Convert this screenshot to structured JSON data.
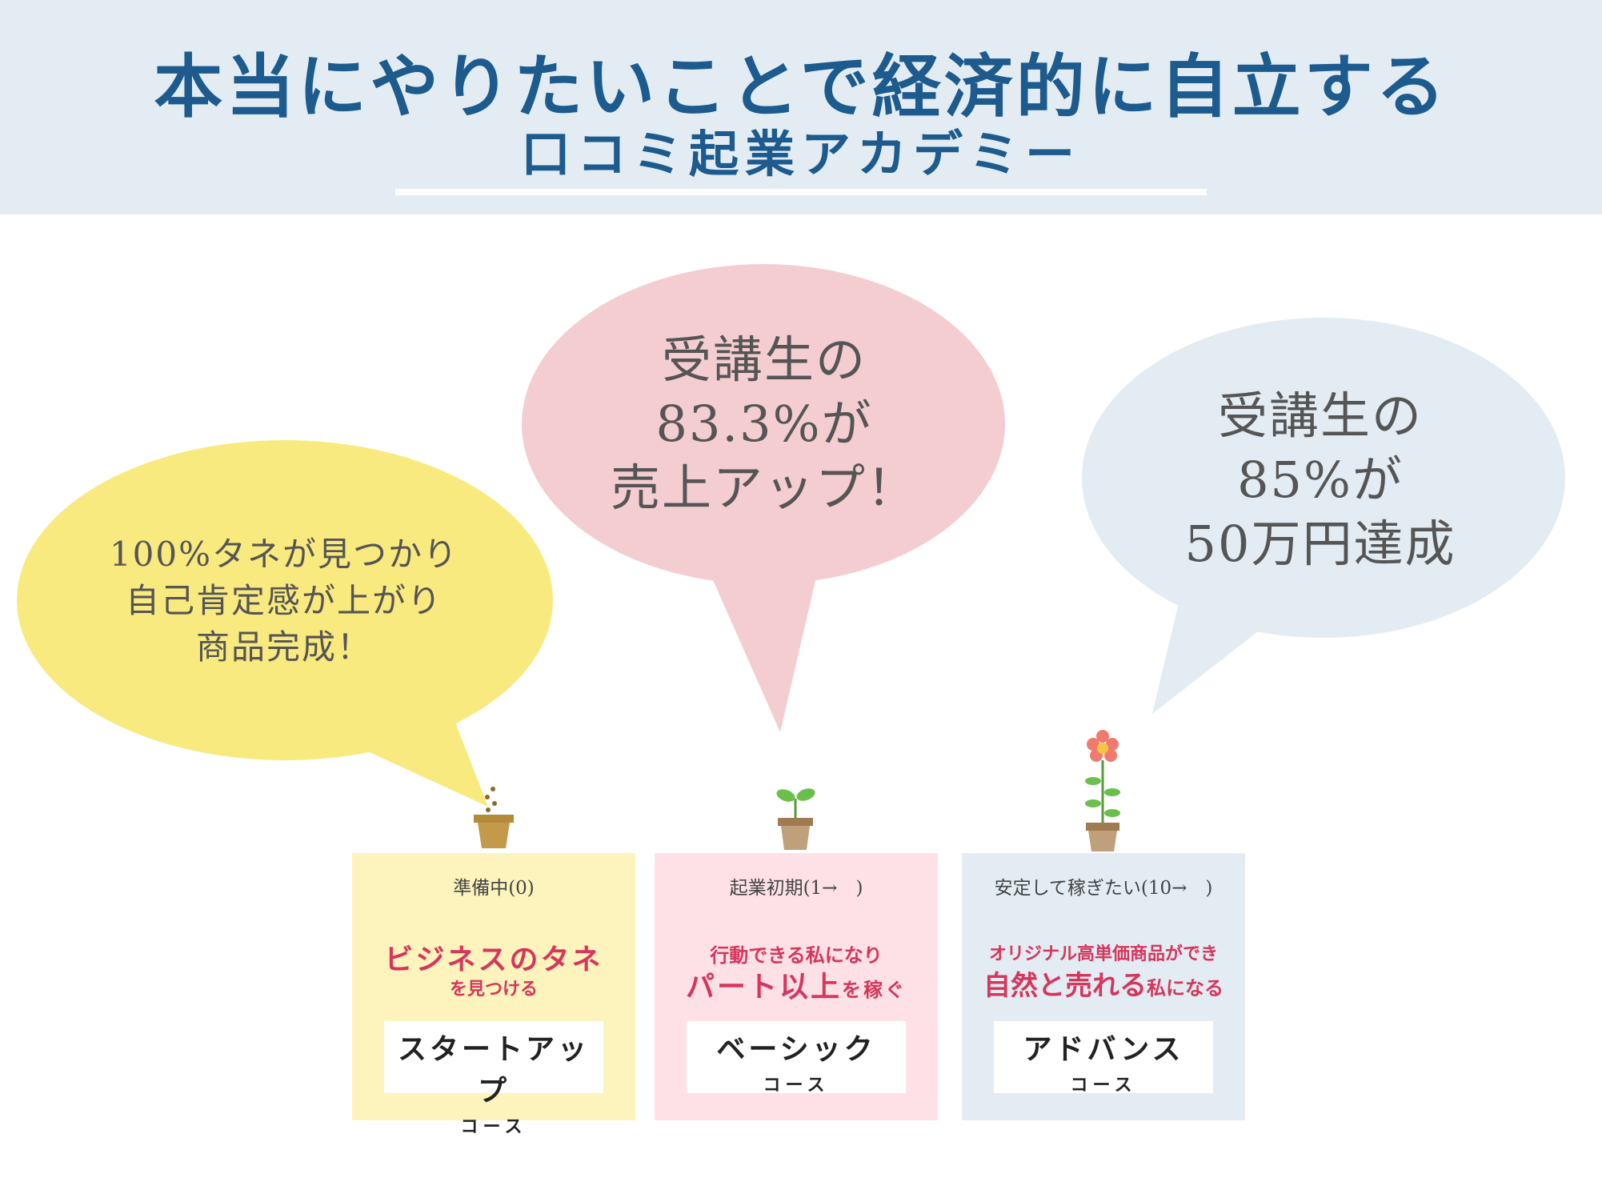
{
  "header": {
    "title": "本当にやりたいことで経済的に自立する",
    "subtitle": "口コミ起業アカデミー"
  },
  "bubbles": [
    {
      "lines": [
        "100%タネが見つかり",
        "自己肯定感が上がり",
        "商品完成！"
      ],
      "color": "#f8ea7e"
    },
    {
      "lines": [
        "受講生の",
        "83.3%が",
        "売上アップ！"
      ],
      "color": "#f4cdd0"
    },
    {
      "lines": [
        "受講生の",
        "85%が",
        "50万円達成"
      ],
      "color": "#e2ecf2"
    }
  ],
  "courses": [
    {
      "level": "準備中(0)",
      "highlight_main": "ビジネスのタネ",
      "highlight_sub": "を見つける",
      "name": "スタートアップ",
      "suffix": "コース",
      "bg": "#fcf3bd"
    },
    {
      "level": "起業初期(1→　)",
      "highlight_top": "行動できる私になり",
      "highlight_main": "パート以上",
      "highlight_tail": "を稼ぐ",
      "name": "ベーシック",
      "suffix": "コース",
      "bg": "#fde1e6"
    },
    {
      "level": "安定して稼ぎたい(10→　)",
      "highlight_top": "オリジナル高単価商品ができ",
      "highlight_main": "自然と売れる",
      "highlight_tail": "私になる",
      "name": "アドバンス",
      "suffix": "コース",
      "bg": "#e2ecf2"
    }
  ],
  "icons": [
    "seed-pot-icon",
    "sprout-pot-icon",
    "flower-pot-icon"
  ]
}
